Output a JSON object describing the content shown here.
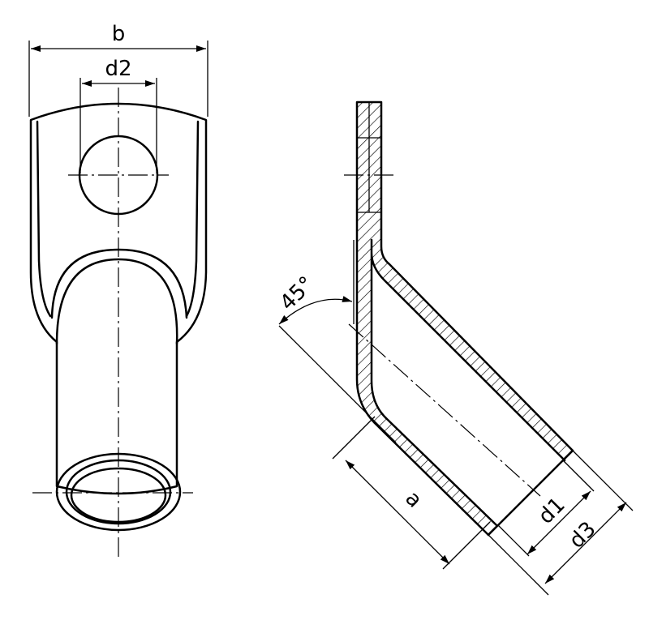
{
  "labels": {
    "width": "b",
    "hole_diameter": "d2",
    "angle": "45°",
    "length": "a",
    "inner_diameter": "d1",
    "outer_diameter": "d3"
  }
}
